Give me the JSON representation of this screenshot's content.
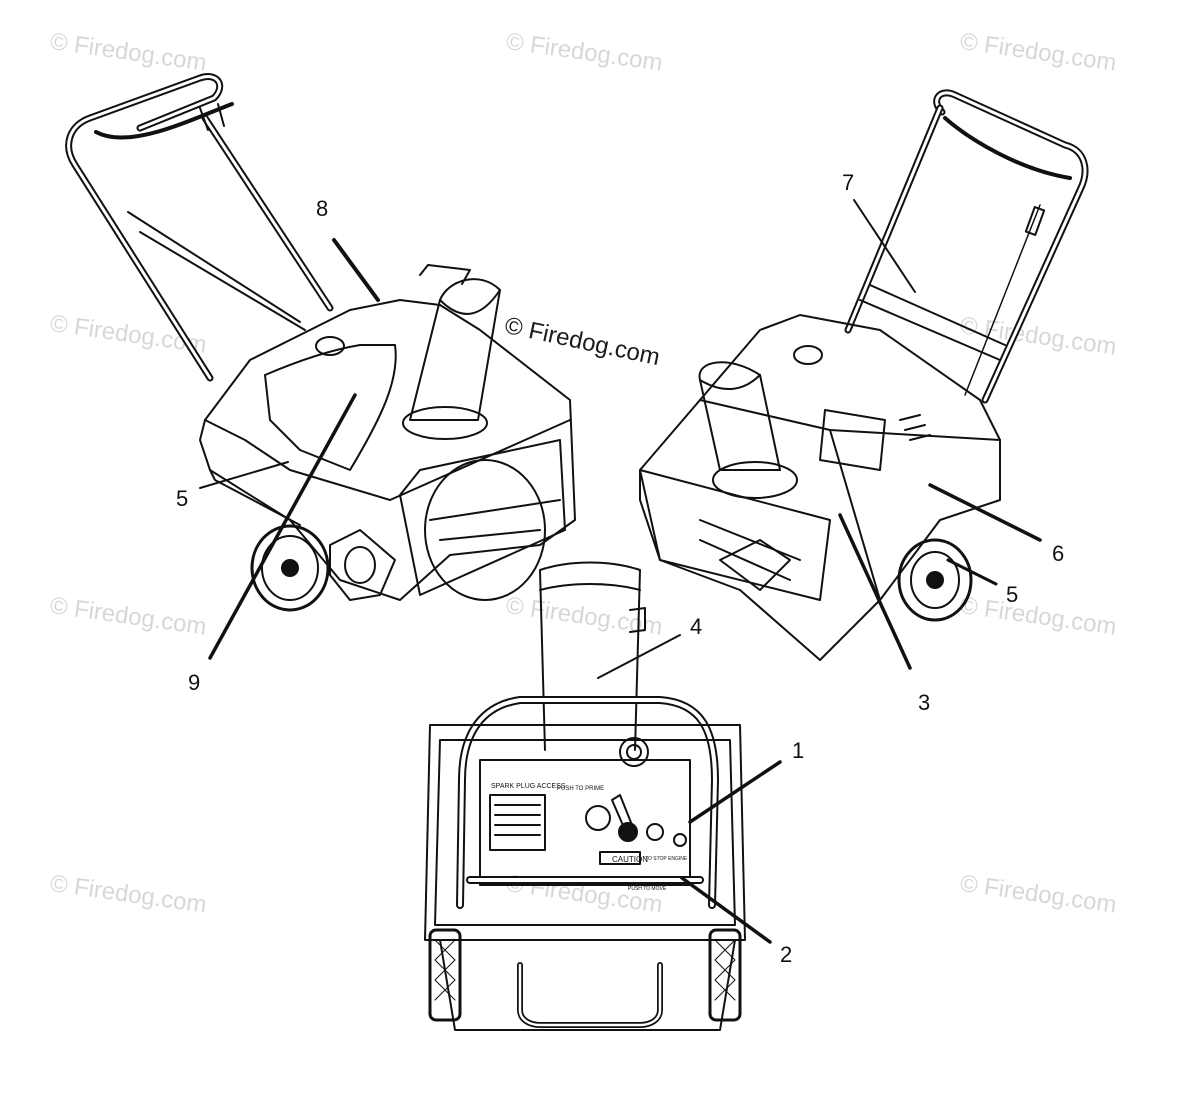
{
  "watermark": "© Firedog.com",
  "watermarks": [
    "© Firedog.com",
    "© Firedog.com",
    "© Firedog.com",
    "© Firedog.com",
    "© Firedog.com",
    "© Firedog.com",
    "© Firedog.com",
    "© Firedog.com",
    "© Firedog.com",
    "© Firedog.com",
    "© Firedog.com",
    "© Firedog.com"
  ],
  "center_watermark": "© Firedog.com",
  "callouts": {
    "c1": "1",
    "c2": "2",
    "c3": "3",
    "c4": "4",
    "c5a": "5",
    "c5b": "5",
    "c6": "6",
    "c7": "7",
    "c8": "8",
    "c9": "9"
  },
  "panel_labels": {
    "spark_plug": "SPARK PLUG ACCESS",
    "push_to_prime": "PUSH TO PRIME",
    "caution": "CAUTION",
    "to_stop": "TO STOP ENGINE",
    "push_to_move": "PUSH TO MOVE"
  },
  "colors": {
    "line": "#111111",
    "watermark": "#d7d7d7",
    "background": "#ffffff"
  }
}
